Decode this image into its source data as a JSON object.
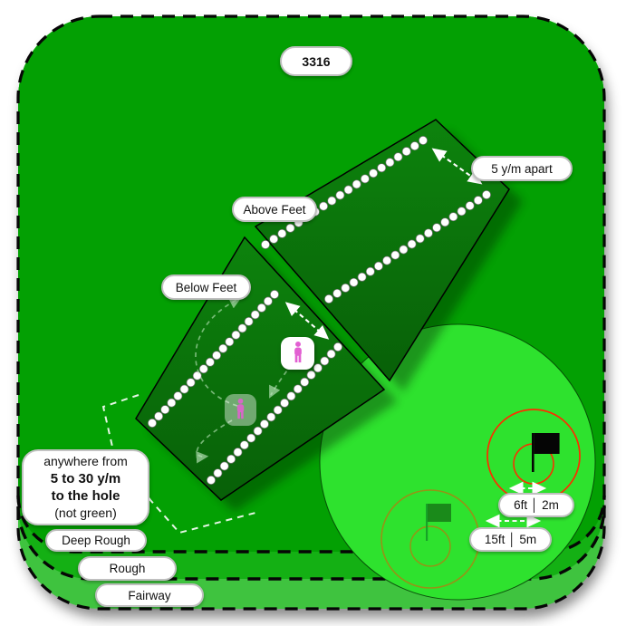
{
  "badge": {
    "drill_number": "3316"
  },
  "platforms": {
    "above_label": "Above Feet",
    "below_label": "Below Feet",
    "spacing_label": "5 y/m apart"
  },
  "zone_note": {
    "line1": "anywhere from",
    "line2": "5 to 30 y/m",
    "line3": "to the hole",
    "line4": "(not green)"
  },
  "terrain_labels": {
    "deep_rough": "Deep Rough",
    "rough": "Rough",
    "fairway": "Fairway"
  },
  "green_targets": {
    "inner_label": "6ft │ 2m",
    "outer_label": "15ft │ 5m"
  },
  "icons": {
    "person": "person-pictogram-icon",
    "flag": "golf-flag-icon"
  },
  "colors": {
    "deep_rough": "#03A003",
    "rough": "#14B014",
    "fairway": "#3FC33F",
    "practice_green": "#2EE22E",
    "platform": "#0A750A",
    "person_pink": "#E25FD2",
    "target_ring_red": "#FF2B00",
    "ball_dot": "#FFFFFF"
  }
}
